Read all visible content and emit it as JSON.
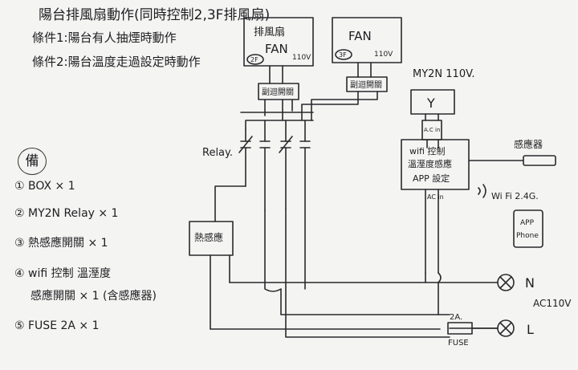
{
  "title": "陽台排風扇動作(同時控制2,3F排風扇)",
  "conditions": [
    "條件1:陽台有人抽煙時動作",
    "條件2:陽台溫度走過設定時動作"
  ],
  "bom": {
    "heading": "備",
    "items": [
      "① BOX × 1",
      "② MY2N Relay × 1",
      "③ 熱感應開關 × 1",
      "④ wifi 控制 溫溼度",
      "感應開關 × 1 (含感應器)",
      "⑤ FUSE 2A × 1"
    ]
  },
  "fan1": {
    "label_top": "排風扇",
    "label_main": "FAN",
    "floor": "2F",
    "voltage": "110V"
  },
  "fan2": {
    "label_main": "FAN",
    "floor": "3F",
    "voltage": "110V"
  },
  "switch1": "副迴開關",
  "switch2": "副迴開關",
  "relay": {
    "name": "MY2N 110V.",
    "coil": "Y",
    "label": "Relay.",
    "coil_terminal": "A.C in"
  },
  "controller": {
    "line1": "wifi 控制",
    "line2": "溫溼度感應",
    "line3": "APP 設定",
    "ac_in": "AC in"
  },
  "sensor": "感應器",
  "wifi": "Wi Fi 2.4G.",
  "phone": {
    "line1": "APP",
    "line2": "Phone"
  },
  "heat_switch": "熱感應",
  "terminals": {
    "n": "N",
    "l": "L",
    "supply": "AC110V"
  },
  "fuse": {
    "rating": "2A.",
    "label": "FUSE"
  }
}
